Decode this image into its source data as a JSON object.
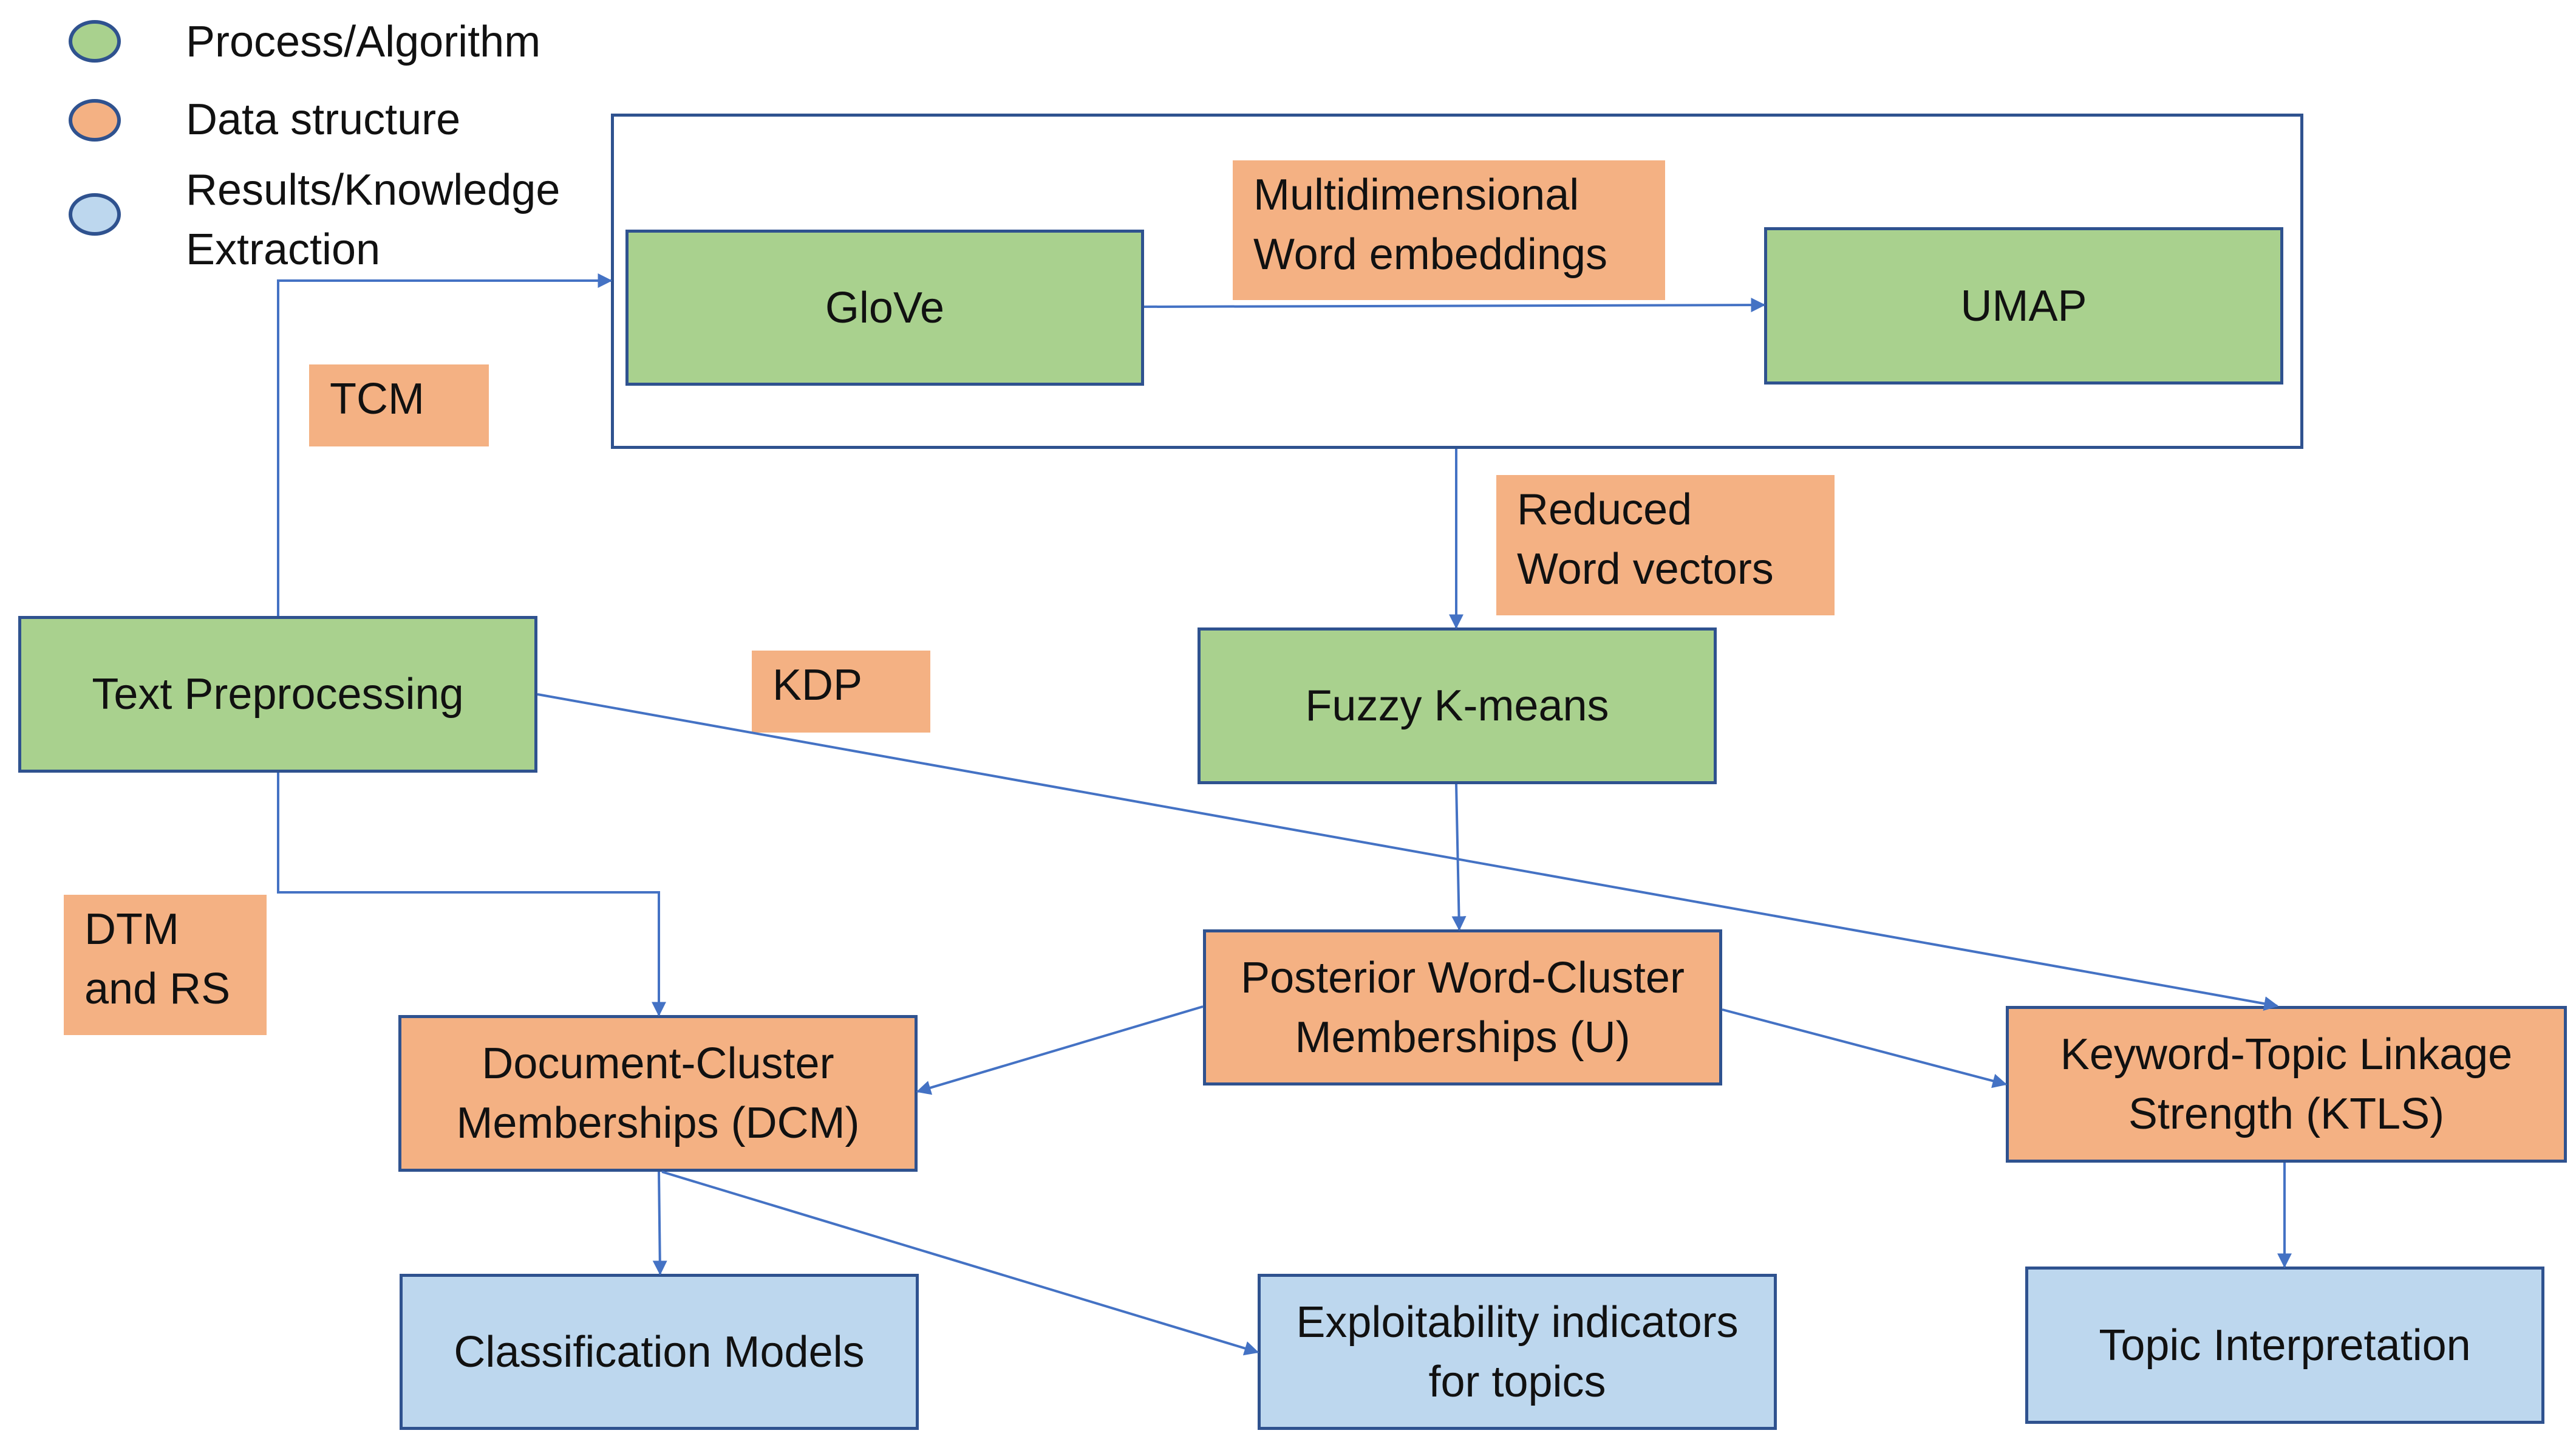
{
  "legend": {
    "items": [
      {
        "label": "Process/Algorithm",
        "color": "#a9d18e"
      },
      {
        "label": "Data structure",
        "color": "#f4b183"
      },
      {
        "label": "Results/Knowledge\nExtraction",
        "color": "#bdd7ee"
      }
    ]
  },
  "nodes": {
    "glove": "GloVe",
    "umap": "UMAP",
    "text_preprocessing": "Text Preprocessing",
    "fuzzy_kmeans": "Fuzzy K-means",
    "posterior": "Posterior Word-Cluster\nMemberships (U)",
    "dcm": "Document-Cluster\nMemberships (DCM)",
    "ktls": "Keyword-Topic Linkage\nStrength (KTLS)",
    "classification": "Classification Models",
    "exploitability": "Exploitability indicators\nfor topics",
    "topic_interpretation": "Topic Interpretation"
  },
  "edge_labels": {
    "multidimensional": "Multidimensional\nWord embeddings",
    "tcm": "TCM",
    "reduced": "Reduced\nWord vectors",
    "kdp": "KDP",
    "dtm": "DTM\nand RS"
  },
  "colors": {
    "process": "#a9d18e",
    "data_structure": "#f4b183",
    "result": "#bdd7ee",
    "border": "#2f528f",
    "arrow": "#4472c4"
  }
}
